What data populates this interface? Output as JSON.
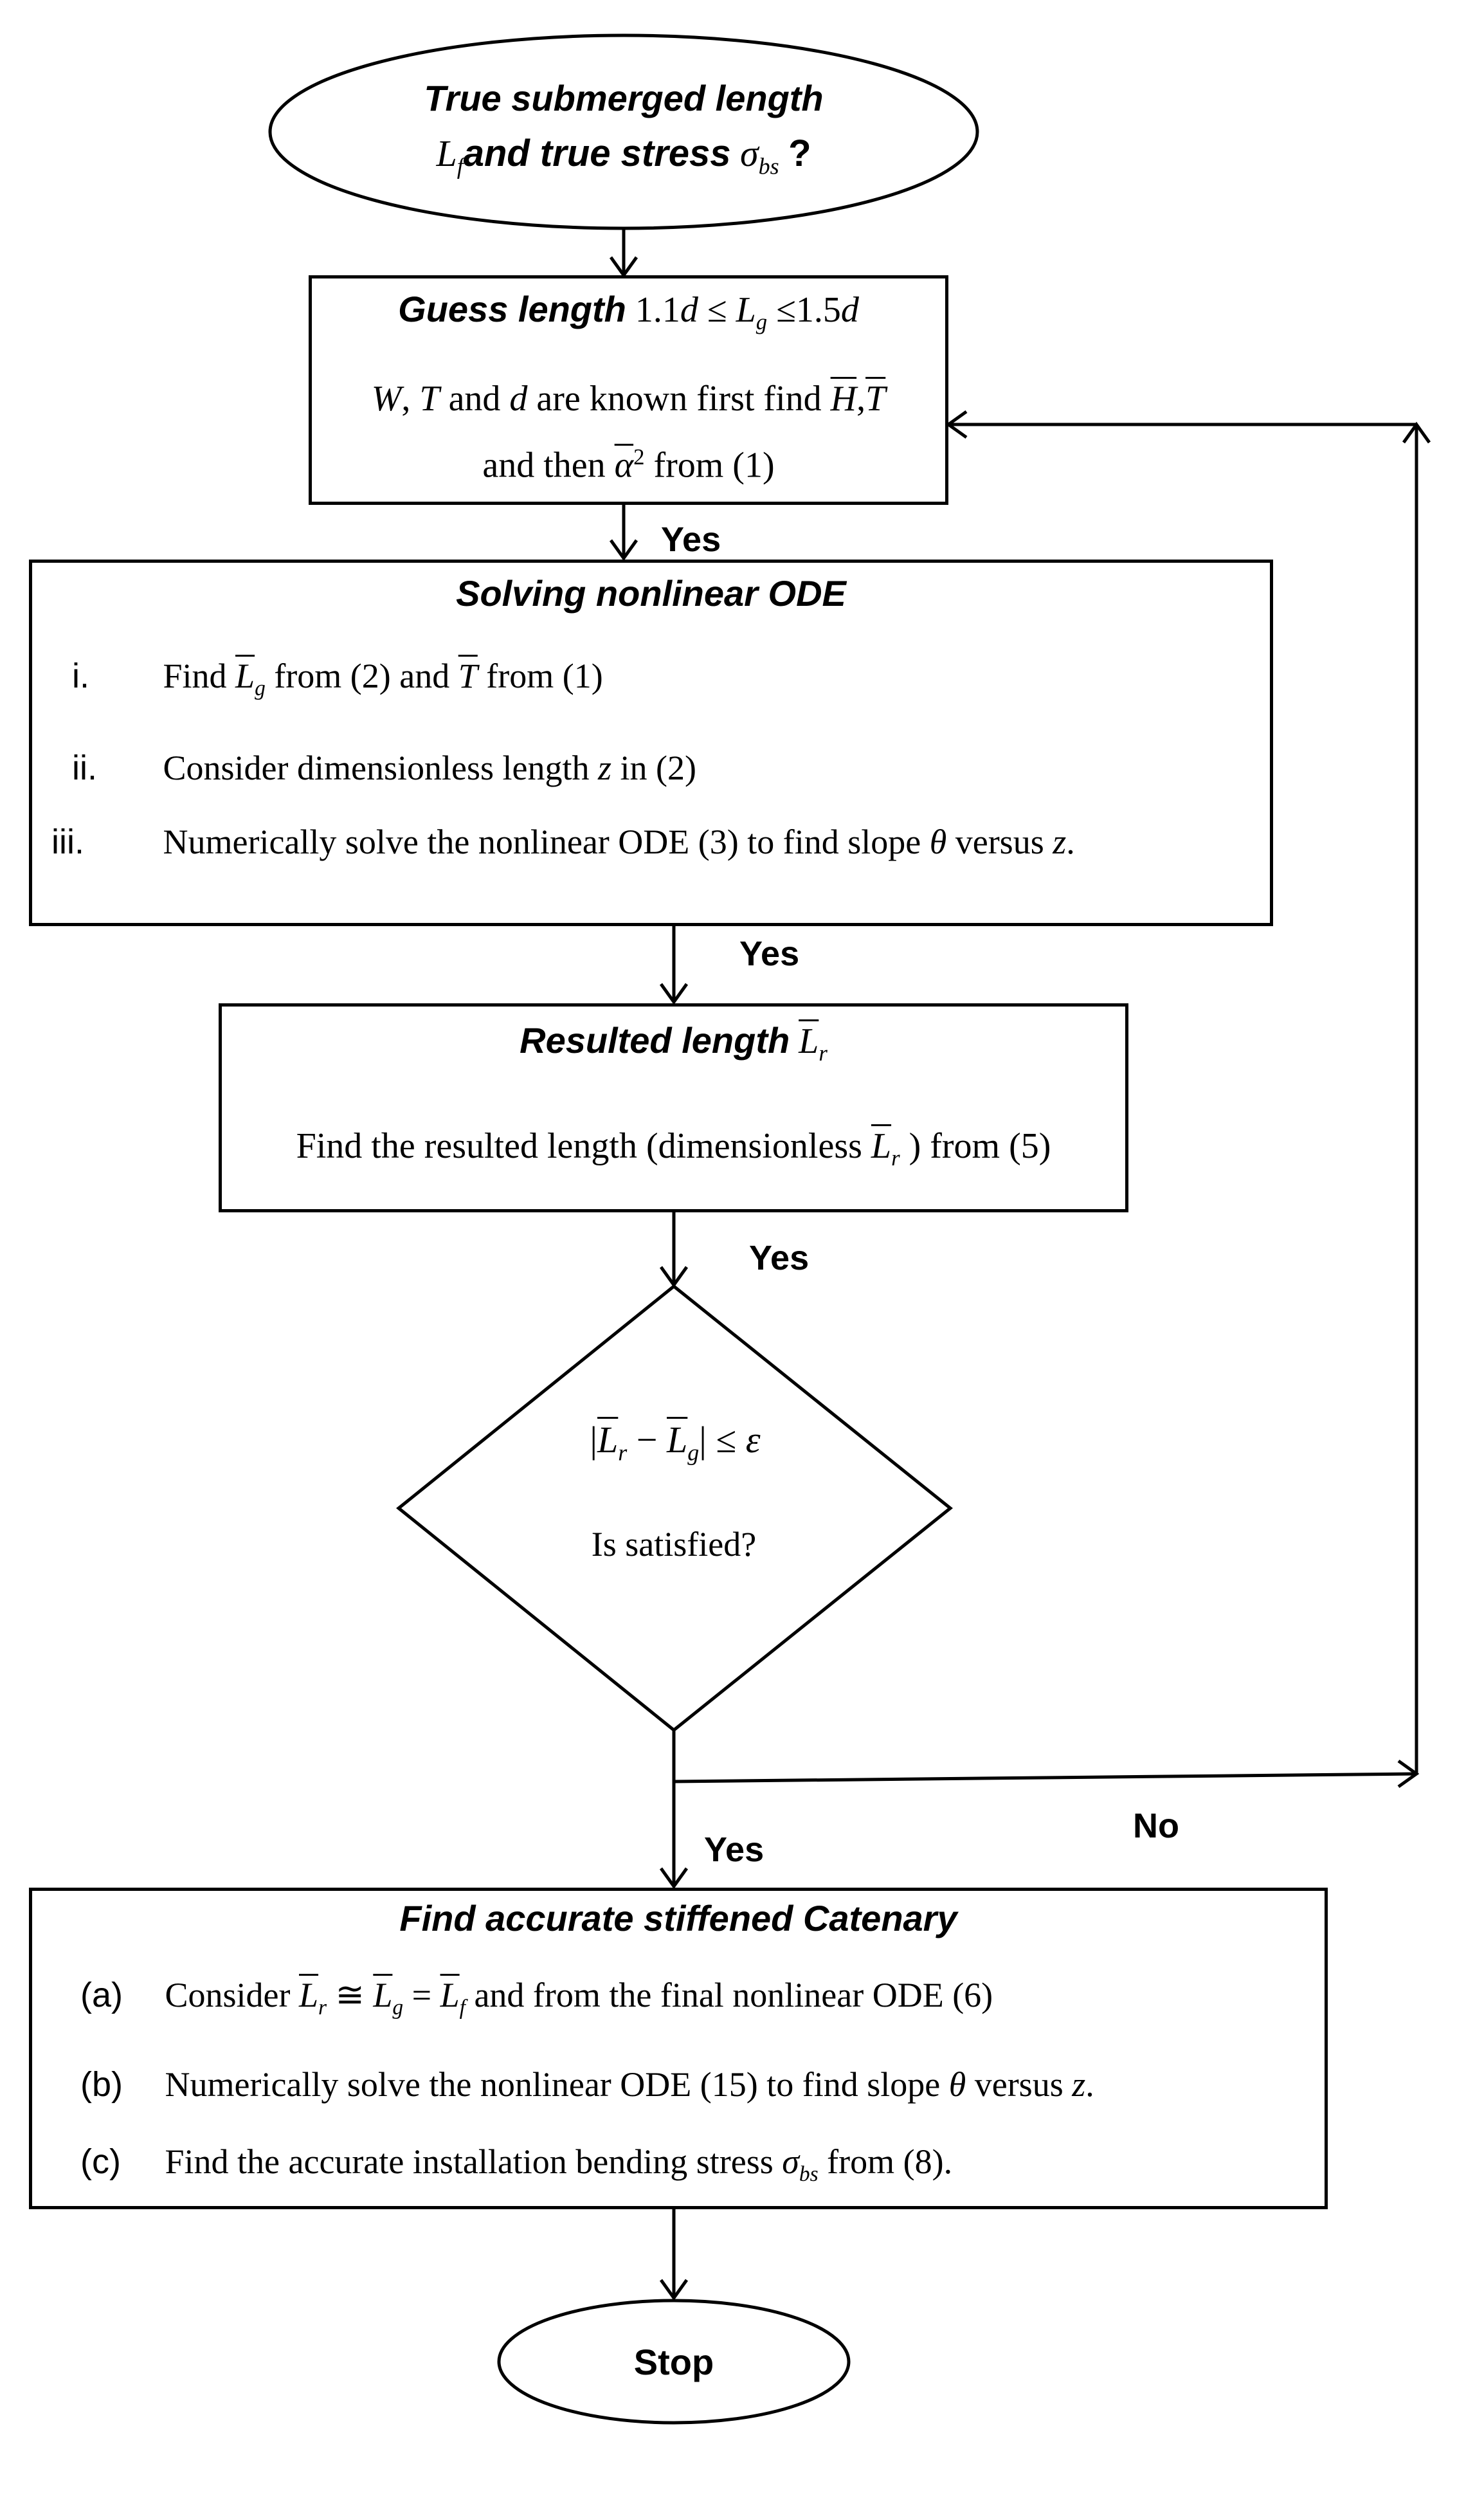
{
  "start": {
    "line1": "True submerged length",
    "line2_prefix_symbol": "L",
    "line2_prefix_sub": "f",
    "line2_text": "and true stress",
    "line2_sigma": "σ",
    "line2_sigma_sub": "bs",
    "line2_q": "?"
  },
  "guess": {
    "title": "Guess length",
    "range_left": "1.1",
    "range_d1": "d",
    "range_le": "≤",
    "range_L": "L",
    "range_L_sub": "g",
    "range_le2": "≤",
    "range_right": "1.5",
    "range_d2": "d",
    "line2_W": "W",
    "line2_comma": ",",
    "line2_T": "T",
    "line2_and": "and",
    "line2_d": "d",
    "line2_text": "are known first find",
    "line2_H": "H",
    "line2_comma2": ",",
    "line2_T2": "T",
    "line3_text": "and then",
    "line3_alpha": "α",
    "line3_sup": "2",
    "line3_from": "from (1)"
  },
  "ode": {
    "title": "Solving nonlinear ODE",
    "items": [
      {
        "marker": "i.",
        "pre": "Find",
        "sym": "L",
        "sub": "g",
        "mid": "from (2) and",
        "sym2": "T",
        "post": "from (1)"
      },
      {
        "marker": "ii.",
        "pre": "Consider dimensionless length",
        "var": "z",
        "post": "in (2)"
      },
      {
        "marker": "iii.",
        "pre": "Numerically solve the nonlinear ODE (3) to find slope",
        "theta": "θ",
        "mid": "versus",
        "var": "z",
        "post": "."
      }
    ]
  },
  "resulted": {
    "title": "Resulted length",
    "title_sym": "L",
    "title_sub": "r",
    "line_pre": "Find the resulted length (dimensionless",
    "line_sym": "L",
    "line_sub": "r",
    "line_post": ") from (5)"
  },
  "decision": {
    "abs_open": "|",
    "L1": "L",
    "L1_sub": "r",
    "minus": "−",
    "L2": "L",
    "L2_sub": "g",
    "abs_close": "|",
    "le": "≤",
    "eps": "ε",
    "line2": "Is satisfied?"
  },
  "final": {
    "title": "Find accurate stiffened Catenary",
    "items": [
      {
        "marker": "(a)",
        "pre": "Consider",
        "L1": "L",
        "L1_sub": "r",
        "approx": "≅",
        "L2": "L",
        "L2_sub": "g",
        "eq": "=",
        "L3": "L",
        "L3_sub": "f",
        "post": "and from the final nonlinear ODE (6)"
      },
      {
        "marker": "(b)",
        "pre": "Numerically solve the nonlinear ODE (15) to find slope",
        "theta": "θ",
        "mid": "versus",
        "var": "z",
        "post": "."
      },
      {
        "marker": "(c)",
        "pre": "Find the accurate installation bending stress",
        "sigma": "σ",
        "sigma_sub": "bs",
        "post": "from (8)."
      }
    ]
  },
  "stop": {
    "label": "Stop"
  },
  "edge_labels": {
    "yes1": "Yes",
    "yes2": "Yes",
    "yes3": "Yes",
    "yes4": "Yes",
    "no": "No"
  }
}
